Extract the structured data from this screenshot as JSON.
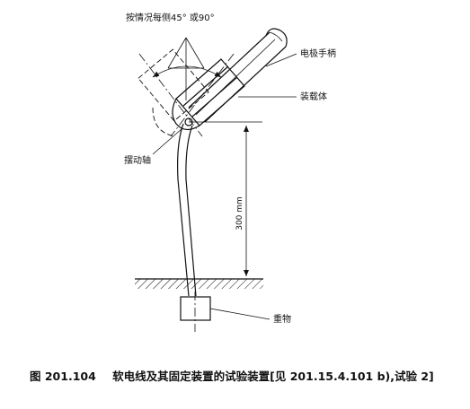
{
  "labels": {
    "angle_note": "按情况每侧45° 或90°",
    "electrode_handle": "电极手柄",
    "carrier": "装载体",
    "pivot_shaft": "摆动轴",
    "dimension": "300 mm",
    "weight": "重物"
  },
  "caption": {
    "figure_number": "图 201.104",
    "title": "软电线及其固定装置的试验装置[见 201.15.4.101 b),试验 2]"
  }
}
